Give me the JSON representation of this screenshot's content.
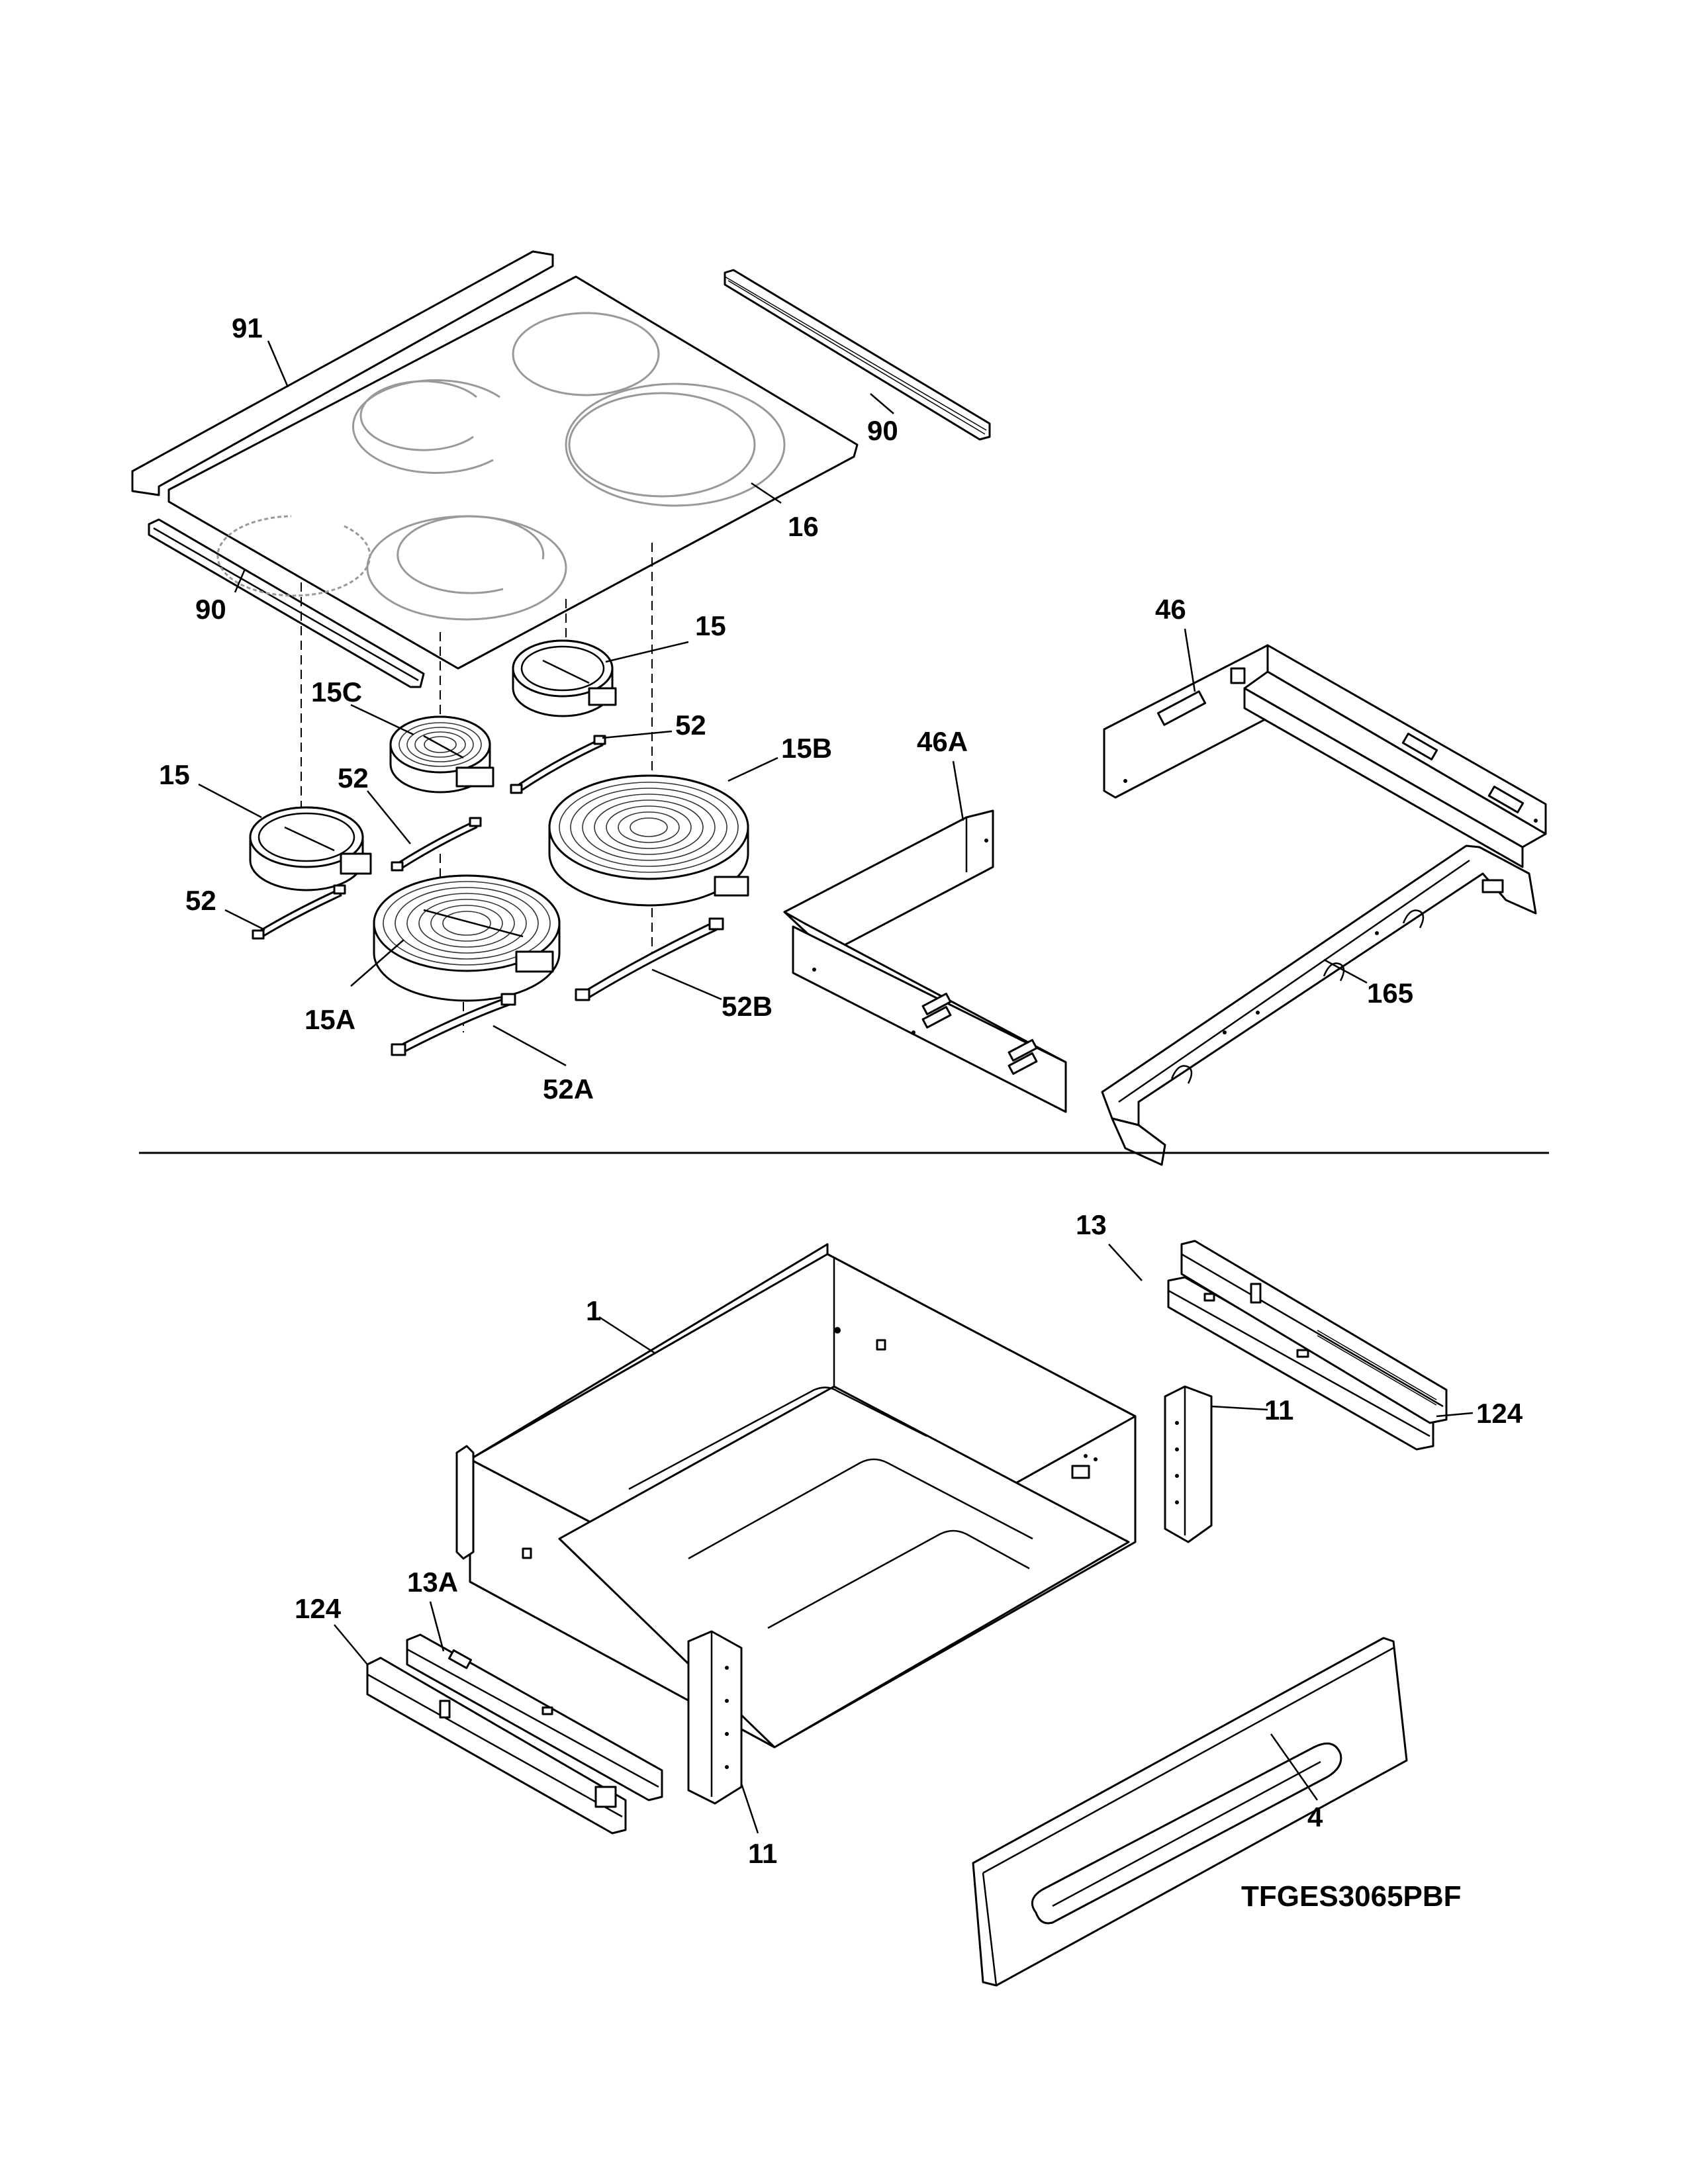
{
  "model_number": "TFGES3065PBF",
  "callouts": {
    "c91": "91",
    "c90_right": "90",
    "c90_left": "90",
    "c16": "16",
    "c15_right": "15",
    "c15C": "15C",
    "c52_upper_right": "52",
    "c15B": "15B",
    "c15_left": "15",
    "c52_middle": "52",
    "c52_lower_left": "52",
    "c15A": "15A",
    "c52B": "52B",
    "c52A": "52A",
    "c46A": "46A",
    "c46": "46",
    "c165": "165",
    "c1": "1",
    "c13": "13",
    "c11_right": "11",
    "c124_right": "124",
    "c13A": "13A",
    "c124_left": "124",
    "c11_left": "11",
    "c4": "4"
  }
}
